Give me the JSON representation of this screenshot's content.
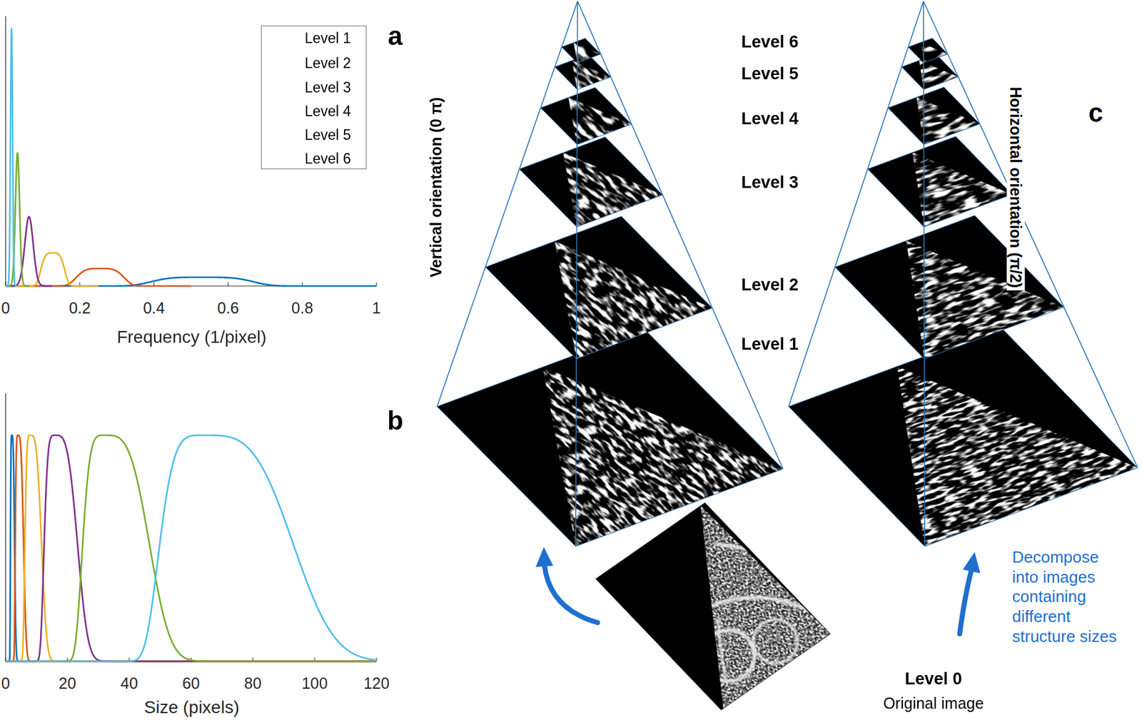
{
  "diagram": {
    "labels": [
      "a",
      "0",
      "0.2",
      "0.4",
      "0.6",
      "0.8",
      "1",
      "Frequency (1/pixel)",
      "b",
      "0",
      "20",
      "40",
      "60",
      "80",
      "100",
      "120",
      "Size (pixels)",
      "Level 6",
      "Level 5",
      "Level 4",
      "Level 3",
      "Level 2",
      "Level 1",
      "Vertical orientation (0 π)",
      "Horizontal orientation (π/2)",
      "c",
      "Level 0",
      "Original image",
      "Decompose into images containing different structure sizes"
    ],
    "legend": [
      {
        "text": "Level 1"
      },
      {
        "text": "Level 2"
      },
      {
        "text": "Level 3"
      },
      {
        "text": "Level 4"
      },
      {
        "text": "Level 5"
      },
      {
        "text": "Level 6"
      }
    ]
  }
}
